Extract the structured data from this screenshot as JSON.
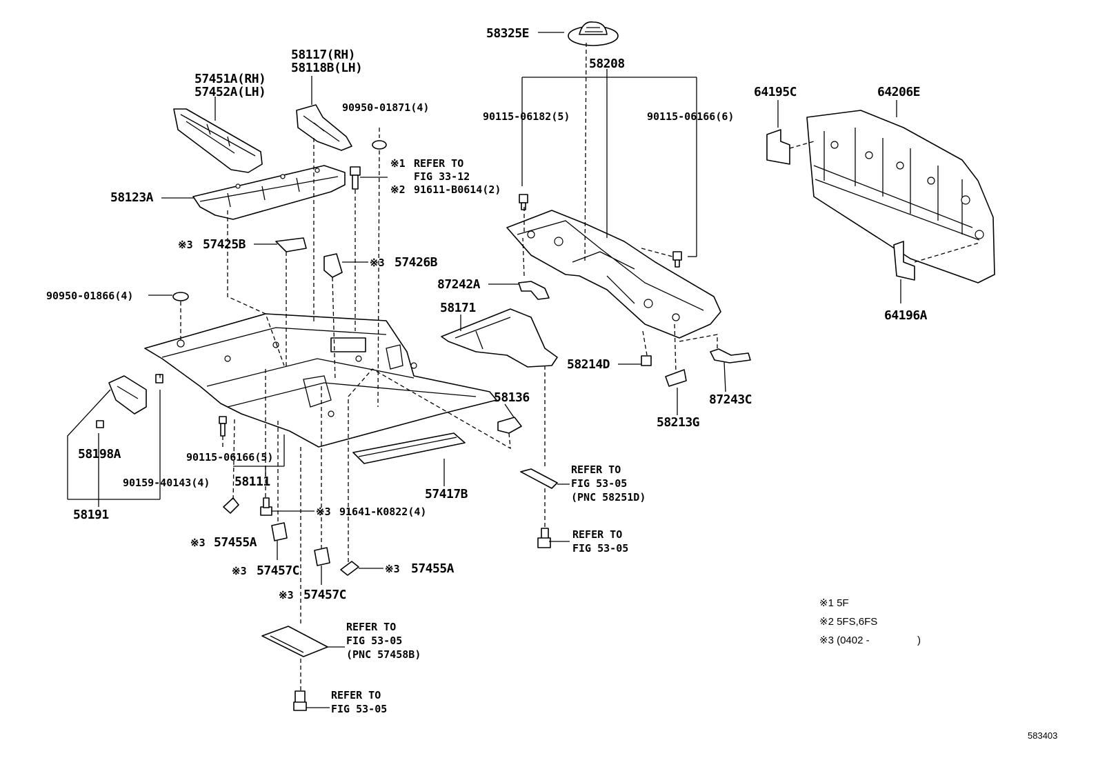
{
  "labels": {
    "p58325E": "58325E",
    "p58208": "58208",
    "p90115_06182": "90115-06182(5)",
    "p90115_06166_6": "90115-06166(6)",
    "p64195C": "64195C",
    "p64206E": "64206E",
    "p64196A": "64196A",
    "p58117": "58117(RH)",
    "p58118B": "58118B(LH)",
    "p57451A": "57451A(RH)",
    "p57452A": "57452A(LH)",
    "p90950_01871": "90950-01871(4)",
    "p91611": "91611-B0614(2)",
    "p58123A": "58123A",
    "p57425B": "57425B",
    "p57426B": "57426B",
    "p90950_01866": "90950-01866(4)",
    "p87242A": "87242A",
    "p58171": "58171",
    "p58214D": "58214D",
    "p87243C": "87243C",
    "p58213G": "58213G",
    "p58136": "58136",
    "p58198A": "58198A",
    "p90115_06166_5": "90115-06166(5)",
    "p90159": "90159-40143(4)",
    "p58111": "58111",
    "p58191": "58191",
    "p57417B": "57417B",
    "p91641": "91641-K0822(4)",
    "p57455A_left": "57455A",
    "p57457C_left": "57457C",
    "p57457C_mid": "57457C",
    "p57455A_right": "57455A"
  },
  "marks": {
    "m1": "※1",
    "m2": "※2",
    "m3": "※3"
  },
  "refs": {
    "refer_to": "REFER TO",
    "fig_33_12": "FIG 33-12",
    "fig_53_05": "FIG 53-05",
    "pnc_58251D": "(PNC 58251D)",
    "pnc_57458B": "(PNC 57458B)"
  },
  "notes": {
    "n1": "※1 5F",
    "n2": "※2 5FS,6FS",
    "n3_open": "※3 (0402 -",
    "n3_close": ")"
  },
  "diagram_code": "583403"
}
